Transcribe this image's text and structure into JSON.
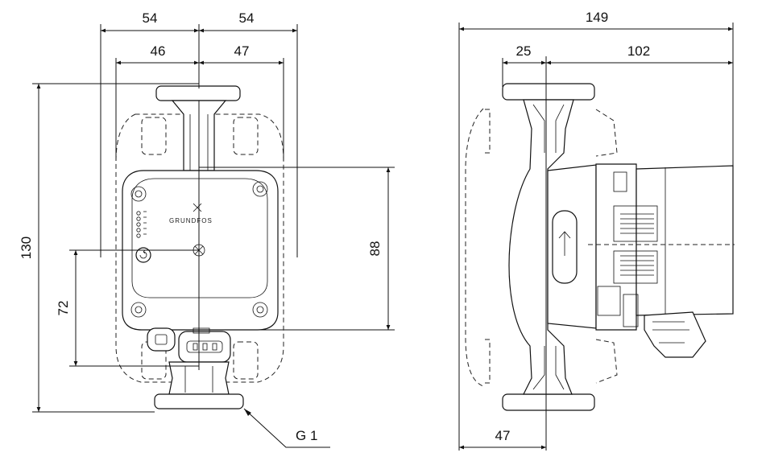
{
  "front_view": {
    "dim_width_left": "54",
    "dim_width_right": "54",
    "dim_flange_left": "46",
    "dim_flange_right": "47",
    "dim_height_total": "130",
    "dim_height_lower": "72",
    "dim_height_box": "88",
    "thread_label": "G 1",
    "brand_label": "GRUNDFOS"
  },
  "side_view": {
    "dim_total_length": "149",
    "dim_left_offset": "25",
    "dim_right_length": "102",
    "dim_bottom_offset": "47"
  }
}
